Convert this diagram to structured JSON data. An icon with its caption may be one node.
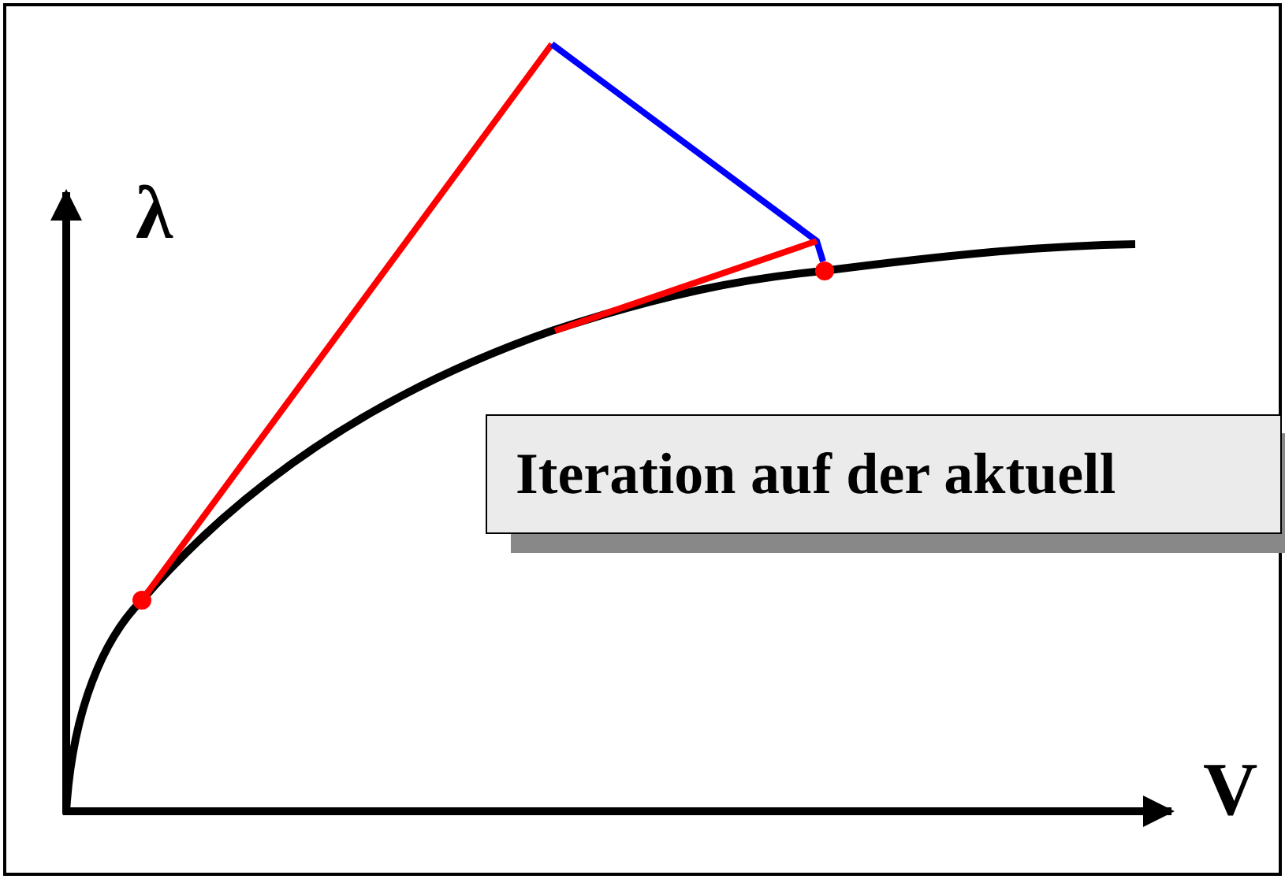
{
  "diagram": {
    "nodes": [
      {
        "text": [
          "Iteration auf der aktuell"
        ]
      }
    ],
    "labels": [
      "λ",
      "V"
    ]
  }
}
